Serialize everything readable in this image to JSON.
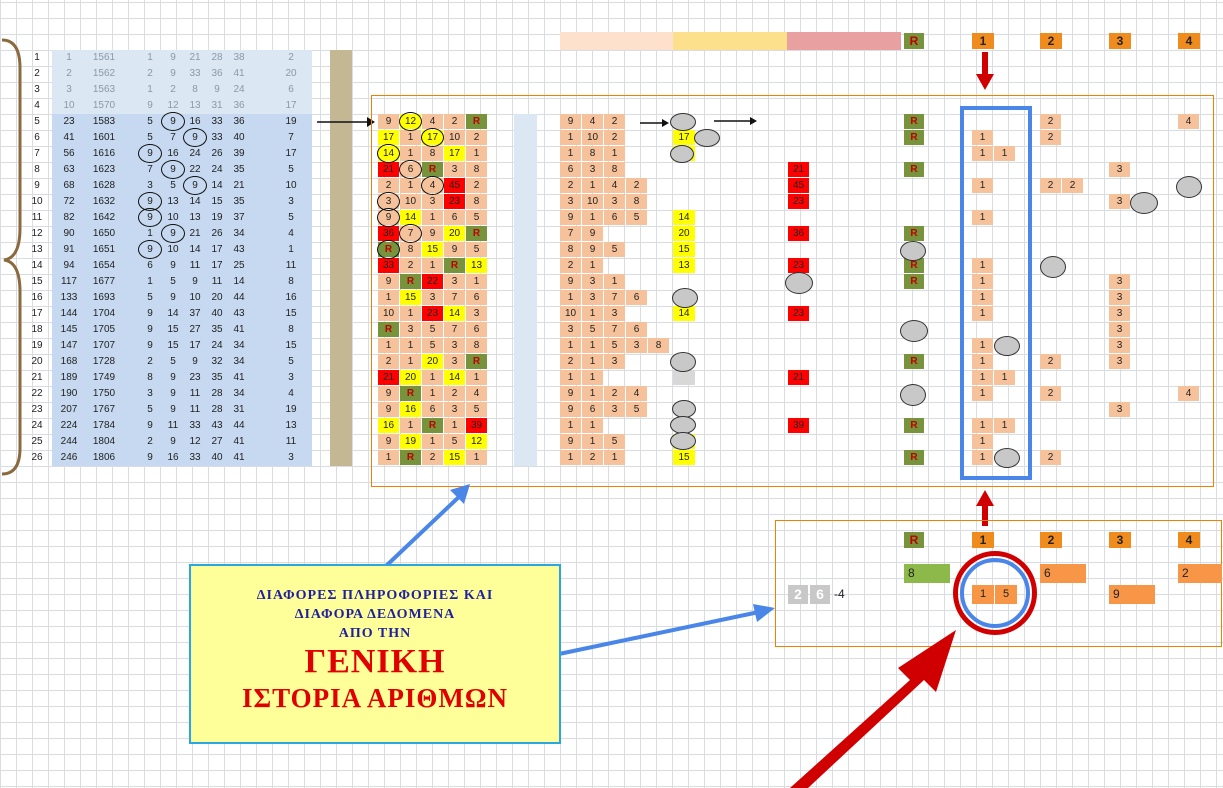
{
  "colors": {
    "salmon": "#f6c29b",
    "yellow": "#ffff00",
    "red": "#ff0000",
    "green": "#77933c",
    "orange": "#f08000",
    "blue": "#4a86e8",
    "darkred": "#d00000"
  },
  "left_rows": [
    [
      "1",
      "1",
      "1561",
      "1",
      "9",
      "21",
      "28",
      "38",
      "2"
    ],
    [
      "2",
      "2",
      "1562",
      "2",
      "9",
      "33",
      "36",
      "41",
      "20"
    ],
    [
      "3",
      "3",
      "1563",
      "1",
      "2",
      "8",
      "9",
      "24",
      "6"
    ],
    [
      "4",
      "10",
      "1570",
      "9",
      "12",
      "13",
      "31",
      "36",
      "17"
    ],
    [
      "5",
      "23",
      "1583",
      "5",
      "9",
      "16",
      "33",
      "36",
      "19"
    ],
    [
      "6",
      "41",
      "1601",
      "5",
      "7",
      "9",
      "33",
      "40",
      "7"
    ],
    [
      "7",
      "56",
      "1616",
      "9",
      "16",
      "24",
      "26",
      "39",
      "17"
    ],
    [
      "8",
      "63",
      "1623",
      "7",
      "9",
      "22",
      "24",
      "35",
      "5"
    ],
    [
      "9",
      "68",
      "1628",
      "3",
      "5",
      "9",
      "14",
      "21",
      "10"
    ],
    [
      "10",
      "72",
      "1632",
      "9",
      "13",
      "14",
      "15",
      "35",
      "3"
    ],
    [
      "11",
      "82",
      "1642",
      "9",
      "10",
      "13",
      "19",
      "37",
      "5"
    ],
    [
      "12",
      "90",
      "1650",
      "1",
      "9",
      "21",
      "26",
      "34",
      "4"
    ],
    [
      "13",
      "91",
      "1651",
      "9",
      "10",
      "14",
      "17",
      "43",
      "1"
    ],
    [
      "14",
      "94",
      "1654",
      "6",
      "9",
      "11",
      "17",
      "25",
      "11"
    ],
    [
      "15",
      "117",
      "1677",
      "1",
      "5",
      "9",
      "11",
      "14",
      "8"
    ],
    [
      "16",
      "133",
      "1693",
      "5",
      "9",
      "10",
      "20",
      "44",
      "16"
    ],
    [
      "17",
      "144",
      "1704",
      "9",
      "14",
      "37",
      "40",
      "43",
      "15"
    ],
    [
      "18",
      "145",
      "1705",
      "9",
      "15",
      "27",
      "35",
      "41",
      "8"
    ],
    [
      "19",
      "147",
      "1707",
      "9",
      "15",
      "17",
      "24",
      "34",
      "15"
    ],
    [
      "20",
      "168",
      "1728",
      "2",
      "5",
      "9",
      "32",
      "34",
      "5"
    ],
    [
      "21",
      "189",
      "1749",
      "8",
      "9",
      "23",
      "35",
      "41",
      "3"
    ],
    [
      "22",
      "190",
      "1750",
      "3",
      "9",
      "11",
      "28",
      "34",
      "4"
    ],
    [
      "23",
      "207",
      "1767",
      "5",
      "9",
      "11",
      "28",
      "31",
      "19"
    ],
    [
      "24",
      "224",
      "1784",
      "9",
      "11",
      "33",
      "43",
      "44",
      "13"
    ],
    [
      "25",
      "244",
      "1804",
      "2",
      "9",
      "12",
      "27",
      "41",
      "11"
    ],
    [
      "26",
      "246",
      "1806",
      "9",
      "16",
      "33",
      "40",
      "41",
      "3"
    ]
  ],
  "grid_rows": [
    [
      [
        "9",
        "s"
      ],
      [
        "12",
        "y"
      ],
      [
        "4",
        "s"
      ],
      [
        "2",
        "s"
      ],
      [
        "R",
        "g"
      ]
    ],
    [
      [
        "17",
        "y"
      ],
      [
        "1",
        "s"
      ],
      [
        "17",
        "y"
      ],
      [
        "10",
        "s"
      ],
      [
        "2",
        "s"
      ]
    ],
    [
      [
        "14",
        "y"
      ],
      [
        "1",
        "s"
      ],
      [
        "8",
        "s"
      ],
      [
        "17",
        "y"
      ],
      [
        "1",
        "s"
      ]
    ],
    [
      [
        "21",
        "r"
      ],
      [
        "6",
        "s"
      ],
      [
        "R",
        "g"
      ],
      [
        "3",
        "s"
      ],
      [
        "8",
        "s"
      ]
    ],
    [
      [
        "2",
        "s"
      ],
      [
        "1",
        "s"
      ],
      [
        "4",
        "s"
      ],
      [
        "45",
        "r"
      ],
      [
        "2",
        "s"
      ]
    ],
    [
      [
        "3",
        "s"
      ],
      [
        "10",
        "s"
      ],
      [
        "3",
        "s"
      ],
      [
        "23",
        "r"
      ],
      [
        "8",
        "s"
      ]
    ],
    [
      [
        "9",
        "s"
      ],
      [
        "14",
        "y"
      ],
      [
        "1",
        "s"
      ],
      [
        "6",
        "s"
      ],
      [
        "5",
        "s"
      ]
    ],
    [
      [
        "36",
        "r"
      ],
      [
        "7",
        "s"
      ],
      [
        "9",
        "s"
      ],
      [
        "20",
        "y"
      ],
      [
        "R",
        "g"
      ]
    ],
    [
      [
        "R",
        "g"
      ],
      [
        "8",
        "s"
      ],
      [
        "15",
        "y"
      ],
      [
        "9",
        "s"
      ],
      [
        "5",
        "s"
      ]
    ],
    [
      [
        "33",
        "r"
      ],
      [
        "2",
        "s"
      ],
      [
        "1",
        "s"
      ],
      [
        "R",
        "g"
      ],
      [
        "13",
        "y"
      ]
    ],
    [
      [
        "9",
        "s"
      ],
      [
        "R",
        "g"
      ],
      [
        "22",
        "r"
      ],
      [
        "3",
        "s"
      ],
      [
        "1",
        "s"
      ]
    ],
    [
      [
        "1",
        "s"
      ],
      [
        "15",
        "y"
      ],
      [
        "3",
        "s"
      ],
      [
        "7",
        "s"
      ],
      [
        "6",
        "s"
      ]
    ],
    [
      [
        "10",
        "s"
      ],
      [
        "1",
        "s"
      ],
      [
        "23",
        "r"
      ],
      [
        "14",
        "y"
      ],
      [
        "3",
        "s"
      ]
    ],
    [
      [
        "R",
        "g"
      ],
      [
        "3",
        "s"
      ],
      [
        "5",
        "s"
      ],
      [
        "7",
        "s"
      ],
      [
        "6",
        "s"
      ]
    ],
    [
      [
        "1",
        "s"
      ],
      [
        "1",
        "s"
      ],
      [
        "5",
        "s"
      ],
      [
        "3",
        "s"
      ],
      [
        "8",
        "s"
      ]
    ],
    [
      [
        "2",
        "s"
      ],
      [
        "1",
        "s"
      ],
      [
        "20",
        "y"
      ],
      [
        "3",
        "s"
      ],
      [
        "R",
        "g"
      ]
    ],
    [
      [
        "21",
        "r"
      ],
      [
        "20",
        "y"
      ],
      [
        "1",
        "s"
      ],
      [
        "14",
        "y"
      ],
      [
        "1",
        "s"
      ]
    ],
    [
      [
        "9",
        "s"
      ],
      [
        "R",
        "g"
      ],
      [
        "1",
        "s"
      ],
      [
        "2",
        "s"
      ],
      [
        "4",
        "s"
      ]
    ],
    [
      [
        "9",
        "s"
      ],
      [
        "16",
        "y"
      ],
      [
        "6",
        "s"
      ],
      [
        "3",
        "s"
      ],
      [
        "5",
        "s"
      ]
    ],
    [
      [
        "16",
        "y"
      ],
      [
        "1",
        "s"
      ],
      [
        "R",
        "g"
      ],
      [
        "1",
        "s"
      ],
      [
        "39",
        "r"
      ]
    ],
    [
      [
        "9",
        "s"
      ],
      [
        "19",
        "y"
      ],
      [
        "1",
        "s"
      ],
      [
        "5",
        "s"
      ],
      [
        "12",
        "y"
      ]
    ],
    [
      [
        "1",
        "s"
      ],
      [
        "R",
        "g"
      ],
      [
        "2",
        "s"
      ],
      [
        "15",
        "y"
      ],
      [
        "1",
        "s"
      ]
    ]
  ],
  "mid_rows": [
    [
      "9",
      "4",
      "2",
      "",
      ""
    ],
    [
      "1",
      "10",
      "2",
      "",
      ""
    ],
    [
      "1",
      "8",
      "1",
      "",
      ""
    ],
    [
      "6",
      "3",
      "8",
      "",
      ""
    ],
    [
      "2",
      "1",
      "4",
      "2",
      ""
    ],
    [
      "3",
      "10",
      "3",
      "8",
      ""
    ],
    [
      "9",
      "1",
      "6",
      "5",
      ""
    ],
    [
      "7",
      "9",
      "",
      "",
      ""
    ],
    [
      "8",
      "9",
      "5",
      "",
      ""
    ],
    [
      "2",
      "1",
      "",
      "",
      ""
    ],
    [
      "9",
      "3",
      "1",
      "",
      ""
    ],
    [
      "1",
      "3",
      "7",
      "6",
      ""
    ],
    [
      "10",
      "1",
      "3",
      "",
      ""
    ],
    [
      "3",
      "5",
      "7",
      "6",
      ""
    ],
    [
      "1",
      "1",
      "5",
      "3",
      "8"
    ],
    [
      "2",
      "1",
      "3",
      "",
      ""
    ],
    [
      "1",
      "1",
      "",
      "",
      ""
    ],
    [
      "9",
      "1",
      "2",
      "4",
      ""
    ],
    [
      "9",
      "6",
      "3",
      "5",
      ""
    ],
    [
      "1",
      "1",
      "",
      "",
      ""
    ],
    [
      "9",
      "1",
      "5",
      "",
      ""
    ],
    [
      "1",
      "2",
      "1",
      "",
      ""
    ]
  ],
  "col_a": [
    [
      "",
      ""
    ],
    [
      "17",
      "y"
    ],
    [
      "17",
      "y"
    ],
    [
      "",
      ""
    ],
    [
      "",
      ""
    ],
    [
      "",
      ""
    ],
    [
      "14",
      "y"
    ],
    [
      "20",
      "y"
    ],
    [
      "15",
      "y"
    ],
    [
      "13",
      "y"
    ],
    [
      "",
      ""
    ],
    [
      "",
      ""
    ],
    [
      "14",
      "y"
    ],
    [
      "",
      ""
    ],
    [
      "",
      ""
    ],
    [
      "",
      ""
    ],
    [
      "14",
      "y"
    ],
    [
      "",
      ""
    ],
    [
      "",
      ""
    ],
    [
      "",
      ""
    ],
    [
      "12",
      "y"
    ],
    [
      "15",
      "y"
    ]
  ],
  "col_red": [
    "",
    "",
    "",
    "21",
    "45",
    "23",
    "",
    "36",
    "",
    "23",
    "",
    "",
    "23",
    "",
    "",
    "",
    "21",
    "",
    "",
    "39",
    "",
    ""
  ],
  "col_R": [
    "R",
    "R",
    "",
    "R",
    "",
    "",
    "",
    "R",
    "",
    "R",
    "R",
    "",
    "",
    "",
    "",
    "R",
    "",
    "",
    "",
    "R",
    "",
    "R"
  ],
  "col_1": [
    [
      "",
      ""
    ],
    [
      "1",
      ""
    ],
    [
      "1",
      "1"
    ],
    [
      "",
      ""
    ],
    [
      "1",
      ""
    ],
    [
      "",
      ""
    ],
    [
      "1",
      ""
    ],
    [
      "",
      ""
    ],
    [
      "",
      ""
    ],
    [
      "1",
      ""
    ],
    [
      "1",
      ""
    ],
    [
      "1",
      ""
    ],
    [
      "1",
      ""
    ],
    [
      "",
      ""
    ],
    [
      "1",
      ""
    ],
    [
      "1",
      ""
    ],
    [
      "1",
      "1"
    ],
    [
      "1",
      ""
    ],
    [
      "",
      ""
    ],
    [
      "1",
      "1"
    ],
    [
      "1",
      ""
    ],
    [
      "1",
      ""
    ]
  ],
  "col_2": [
    [
      "2",
      ""
    ],
    [
      "2",
      ""
    ],
    [
      "",
      ""
    ],
    [
      "",
      ""
    ],
    [
      "2",
      "2"
    ],
    [
      "",
      ""
    ],
    [
      "",
      ""
    ],
    [
      "",
      ""
    ],
    [
      "",
      ""
    ],
    [
      "",
      ""
    ],
    [
      "",
      ""
    ],
    [
      "",
      ""
    ],
    [
      "",
      ""
    ],
    [
      "",
      ""
    ],
    [
      "",
      ""
    ],
    [
      "2",
      ""
    ],
    [
      "",
      ""
    ],
    [
      "2",
      ""
    ],
    [
      "",
      ""
    ],
    [
      "",
      ""
    ],
    [
      "",
      ""
    ],
    [
      "2",
      ""
    ]
  ],
  "col_3": [
    "",
    "",
    "",
    "3",
    "",
    "3",
    "",
    "",
    "",
    "",
    "3",
    "3",
    "3",
    "3",
    "3",
    "3",
    "",
    "",
    "3",
    "",
    "",
    ""
  ],
  "col_4": [
    "4",
    "",
    "",
    "",
    "",
    "",
    "",
    "",
    "",
    "",
    "",
    "",
    "",
    "",
    "",
    "",
    "",
    "4",
    "",
    "",
    "",
    ""
  ],
  "top_headers": {
    "R": "R",
    "h1": "1",
    "h2": "2",
    "h3": "3",
    "h4": "4"
  },
  "bottom": {
    "headers": {
      "R": "R",
      "h1": "1",
      "h2": "2",
      "h3": "3",
      "h4": "4"
    },
    "row1": {
      "R": "8",
      "h2": "6",
      "h4": "2"
    },
    "row2": {
      "g1": "2",
      "g2": "6",
      "minus": "-4",
      "c1a": "1",
      "c1b": "5",
      "c3": "9"
    }
  },
  "info_box": {
    "line1": "ΔΙΑΦΟΡΕΣ  ΠΛΗΡΟΦΟΡΙΕΣ  ΚΑΙ",
    "line2": "ΔΙΑΦΟΡΑ  ΔΕΔΟΜΕΝΑ",
    "line3": "ΑΠΟ ΤΗΝ",
    "title": "ΓΕΝΙΚΗ",
    "subtitle": "ΙΣΤΟΡΙΑ  ΑΡΙΘΜΩΝ"
  }
}
